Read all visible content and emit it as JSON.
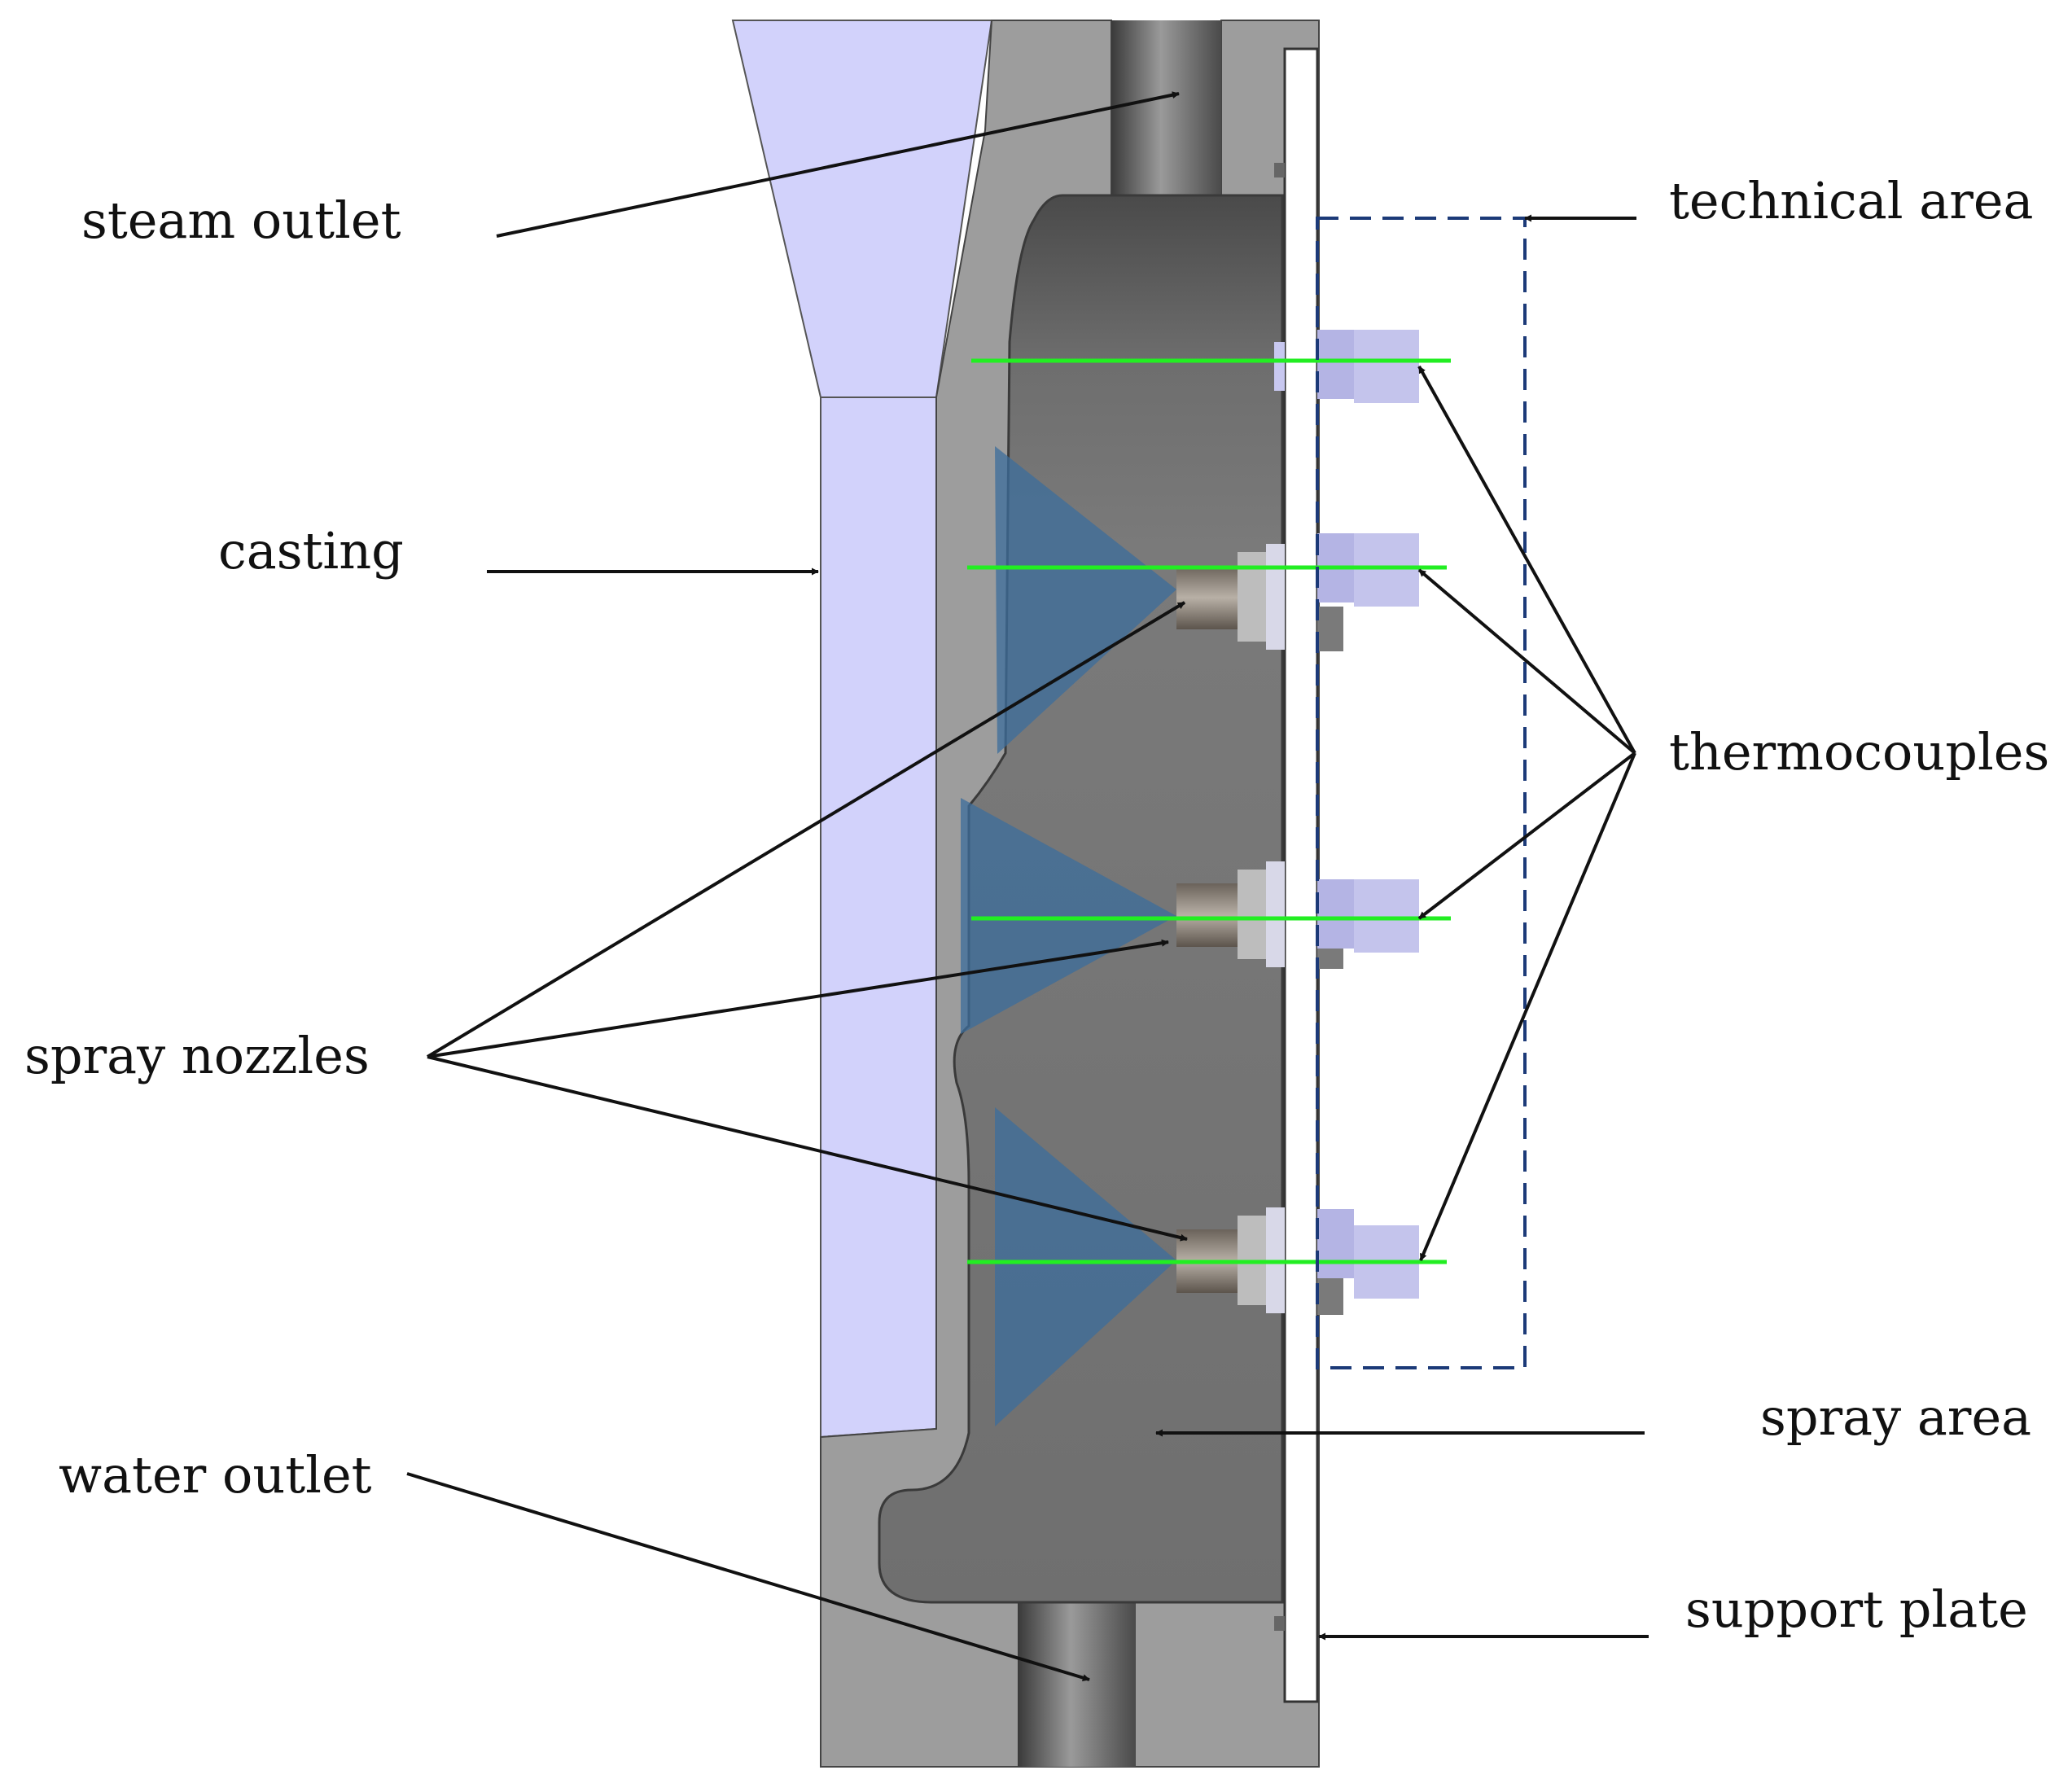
{
  "labels": {
    "steam_outlet": "steam outlet",
    "casting": "casting",
    "spray_nozzles": "spray nozzles",
    "water_outlet": "water outlet",
    "technical_area": "technical area",
    "thermocouples": "thermocouples",
    "spray_area": "spray area",
    "support_plate": "support plate"
  },
  "colors": {
    "casting_fill": "#d2d2fb",
    "frame_gray": "#9c9c9c",
    "chamber_gray": "#777777",
    "spray_cone": "#3c6e9c",
    "thermocouple_line": "#22ee22",
    "technical_area_border": "#1c3a78"
  }
}
